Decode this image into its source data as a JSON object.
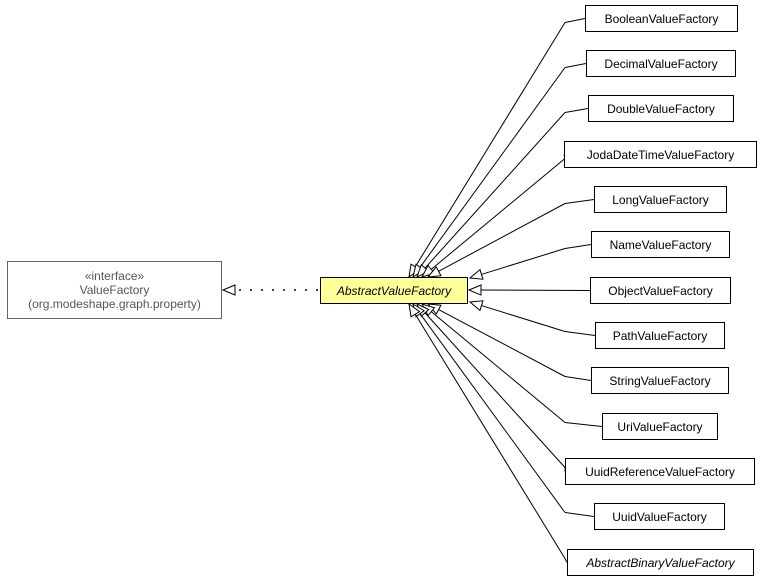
{
  "interface_node": {
    "stereotype": "«interface»",
    "name": "ValueFactory",
    "package": "(org.modeshape.graph.property)"
  },
  "focus_node": {
    "name": "AbstractValueFactory",
    "abstract": true
  },
  "colors": {
    "focus_fill": "#ffff99",
    "box_border": "#000000",
    "interface_border": "#666666",
    "interface_text": "#555555",
    "edge": "#000000"
  },
  "relations": {
    "realization": "dotted line, hollow triangle arrow to interface",
    "inheritance": "solid lines, hollow triangle arrows to AbstractValueFactory"
  },
  "subclasses": [
    {
      "name": "BooleanValueFactory"
    },
    {
      "name": "DecimalValueFactory"
    },
    {
      "name": "DoubleValueFactory"
    },
    {
      "name": "JodaDateTimeValueFactory"
    },
    {
      "name": "LongValueFactory"
    },
    {
      "name": "NameValueFactory"
    },
    {
      "name": "ObjectValueFactory"
    },
    {
      "name": "PathValueFactory"
    },
    {
      "name": "StringValueFactory"
    },
    {
      "name": "UriValueFactory"
    },
    {
      "name": "UuidReferenceValueFactory"
    },
    {
      "name": "UuidValueFactory"
    },
    {
      "name": "AbstractBinaryValueFactory",
      "abstract": true
    }
  ]
}
